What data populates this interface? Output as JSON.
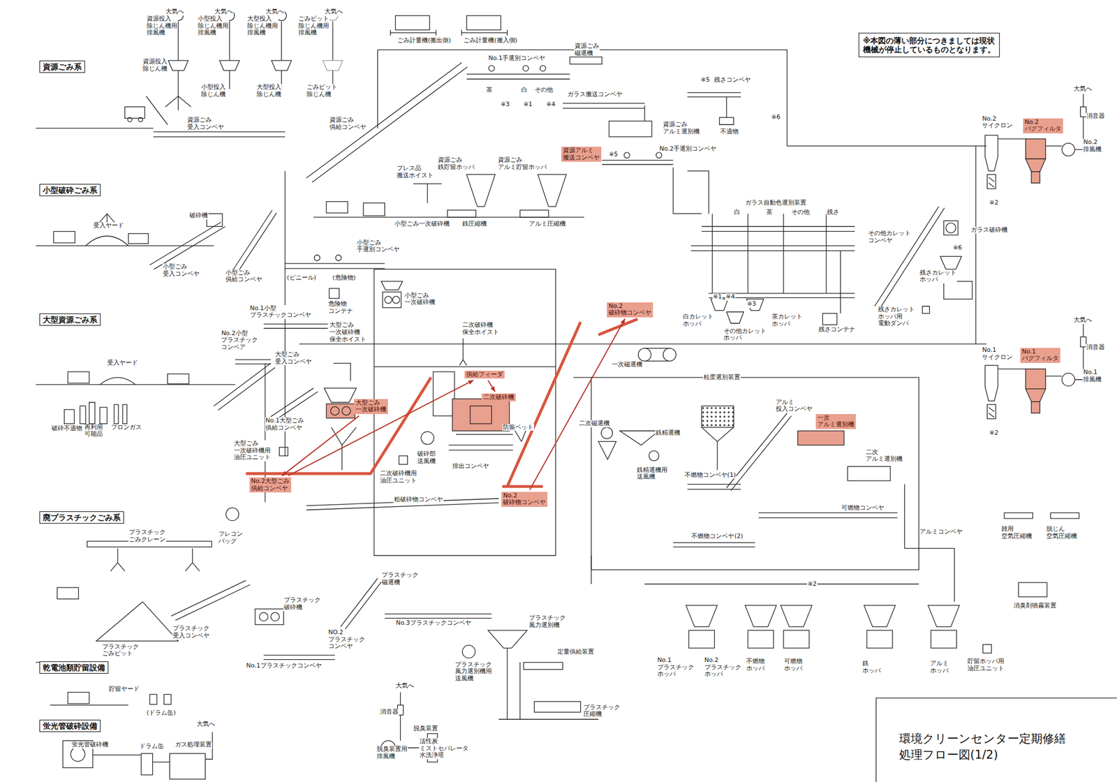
{
  "diagram": {
    "title": "環境クリーンセンター定期修繕 処理フロー図(1/2)",
    "nodes": [
      {
        "text": [
          "資源ごみ系"
        ]
      },
      {
        "text": [
          "小型破砕ごみ系"
        ]
      },
      {
        "text": [
          "大型資源ごみ系"
        ]
      },
      {
        "text": [
          "廃プラスチックごみ系"
        ]
      },
      {
        "text": [
          "乾電池類貯留設備"
        ]
      },
      {
        "text": [
          "蛍光管破砕設備"
        ]
      },
      {
        "text": [
          "※本図の薄い部分につきましては現状 機械が停止しているものとなります。"
        ]
      },
      {
        "text": [
          "No.2 バグフィルタ"
        ]
      },
      {
        "text": [
          "No.1 バグフィルタ"
        ]
      },
      {
        "text": [
          "資源アルミ 搬送コンベヤ"
        ]
      },
      {
        "text": [
          "一次 アルミ選別機"
        ]
      },
      {
        "text": [
          "供給フィーダ"
        ]
      },
      {
        "text": [
          "二次破砕機"
        ]
      },
      {
        "text": [
          "大型ごみ 一次破砕機"
        ]
      },
      {
        "text": [
          "No.2大型ごみ 供給コンベヤ"
        ]
      },
      {
        "text": [
          "No.2 破砕物コンベヤ"
        ]
      },
      {
        "text": [
          "No.2 破砕物コンベヤ"
        ]
      }
    ],
    "edges": [
      {
        "from": 14,
        "to": 11,
        "arrow": "to"
      },
      {
        "from": 11,
        "to": 12,
        "arrow": "to"
      },
      {
        "from": 16,
        "to": 15,
        "arrow": "to"
      },
      {
        "from": 13,
        "to": 14,
        "arrow": "to"
      }
    ],
    "labels": [
      "大気へ",
      "大気へ",
      "大気へ",
      "大気へ",
      "資源投入 除じん機用 排風機",
      "小型投入 除じん機用 排風機",
      "大型投入 除じん機用 排風機",
      "ごみピット 除じん機用 排風機",
      "資源投入 除じん機",
      "小型投入 除じん機",
      "大型投入 除じん機",
      "ごみピット 除じん機",
      "ごみ計量機(搬出側)",
      "ごみ計量機(搬入側)",
      "No.1手選別コンベヤ",
      "資源ごみ 磁選機",
      "茶",
      "白",
      "その他",
      "※3",
      "※1",
      "※4",
      "ガラス搬送コンベヤ",
      "※5",
      "残さコンベヤ",
      "不適物",
      "※6",
      "資源ごみ 受入コンベヤ",
      "資源ごみ 供給コンベヤ",
      "資源ごみ アルミ選別機",
      "※5",
      "No.2手選別コンベヤ",
      "No.2 サイクロン",
      "大気へ",
      "消音器",
      "No.2 排風機",
      "※2",
      "資源ごみ 鉄貯留ホッパ",
      "資源ごみ アルミ貯留ホッパ",
      "プレス品 搬送ホイスト",
      "小型ごみ一次破砕機",
      "鉄圧縮機",
      "アルミ圧縮機",
      "ガラス自動色選別装置",
      "白",
      "茶",
      "その他",
      "残さ",
      "その他カレット コンベヤ",
      "ガラス破砕機",
      "※6",
      "残さカレット ホッパ",
      "残さカレット ホッパ用 電動ダンパ",
      "※1",
      "※4",
      "※3",
      "白カレット ホッパ",
      "茶カレット ホッパ",
      "その他カレット ホッパ",
      "残さコンテナ",
      "破砕機",
      "受入ヤード",
      "小型ごみ 受入コンベヤ",
      "小型ごみ 供給コンベヤ",
      "(ビニール)",
      "(危険物)",
      "小型ごみ 手選別コンベヤ",
      "危険物 コンテナ",
      "小型ごみ 一次破砕機",
      "No.1小型 プラスチックコンベヤ",
      "No.2小型 プラスチック コンベア",
      "大型ごみ 一次破砕機 保全ホイスト",
      "二次破砕機 保全ホイスト",
      "大型ごみ 受入コンベヤ",
      "受入ヤード",
      "破砕不適物",
      "再利用 可能品",
      "フロンガス",
      "No.1大型ごみ 供給コンベヤ",
      "大型ごみ 一次破砕機用 油圧ユニット",
      "フレコン バッグ",
      "防振ベット",
      "破砕部 送風機",
      "二次破砕機用 油圧ユニット",
      "排出コンベヤ",
      "粗破砕物コンベヤ",
      "一次磁選機",
      "粒度選別装置",
      "二次磁選機",
      "鉄精選機",
      "鉄精選機用 送風機",
      "不燃物コンベヤ(1)",
      "アルミ 投入コンベヤ",
      "二次 アルミ選別機",
      "可燃物コンベヤ",
      "不燃物コンベヤ(2)",
      "アルミコンベヤ",
      "※2",
      "No.1 サイクロン",
      "大気へ",
      "消音器",
      "No.1 排風機",
      "※2",
      "雑用 空気圧縮機",
      "脱じん 空気圧縮機",
      "消臭剤噴霧装置",
      "No.1 プラスチック ホッパ",
      "No.2 プラスチック ホッパ",
      "不燃物 ホッパ",
      "可燃物 ホッパ",
      "鉄 ホッパ",
      "アルミ ホッパ",
      "貯留ホッパ用 油圧ユニット",
      "プラスチック ごみクレーン",
      "プラスチック ごみピット",
      "プラスチック 受入コンベヤ",
      "プラスチック 破砕機",
      "プラスチック 磁選機",
      "NO.2 プラスチック コンベヤ",
      "No.3プラスチックコンベヤ",
      "No.1プラスチックコンベヤ",
      "プラスチック 風力選別機",
      "プラスチック 風力選別機用 送風機",
      "定量供給装置",
      "プラスチック 圧縮機",
      "大気へ",
      "消音器",
      "脱臭装置",
      "脱臭装置用 排風機",
      "活性炭 ミストセパレータ 水洗浄塔",
      "貯留ヤード",
      "(ドラム缶)",
      "大気へ",
      "蛍光管破砕機",
      "ドラム缶",
      "ガス処理装置"
    ]
  }
}
